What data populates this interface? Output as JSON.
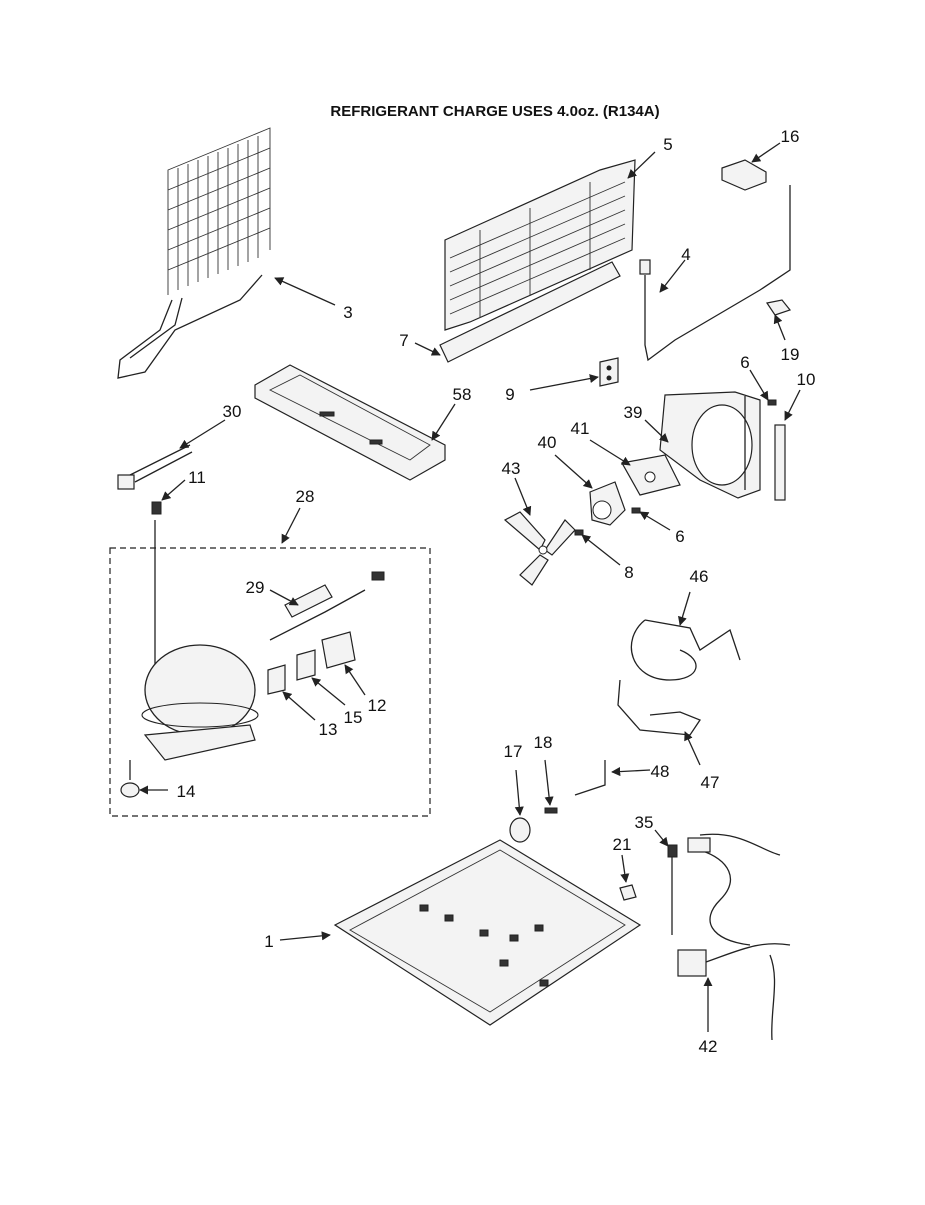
{
  "diagram": {
    "title": "REFRIGERANT CHARGE USES 4.0oz. (R134A)",
    "callouts": [
      "1",
      "3",
      "4",
      "5",
      "6",
      "6",
      "7",
      "8",
      "9",
      "10",
      "11",
      "12",
      "13",
      "14",
      "15",
      "16",
      "17",
      "18",
      "19",
      "21",
      "28",
      "29",
      "30",
      "35",
      "39",
      "40",
      "41",
      "42",
      "43",
      "46",
      "47",
      "48",
      "58"
    ]
  },
  "colors": {
    "ink": "#222222",
    "paper": "#ffffff"
  }
}
